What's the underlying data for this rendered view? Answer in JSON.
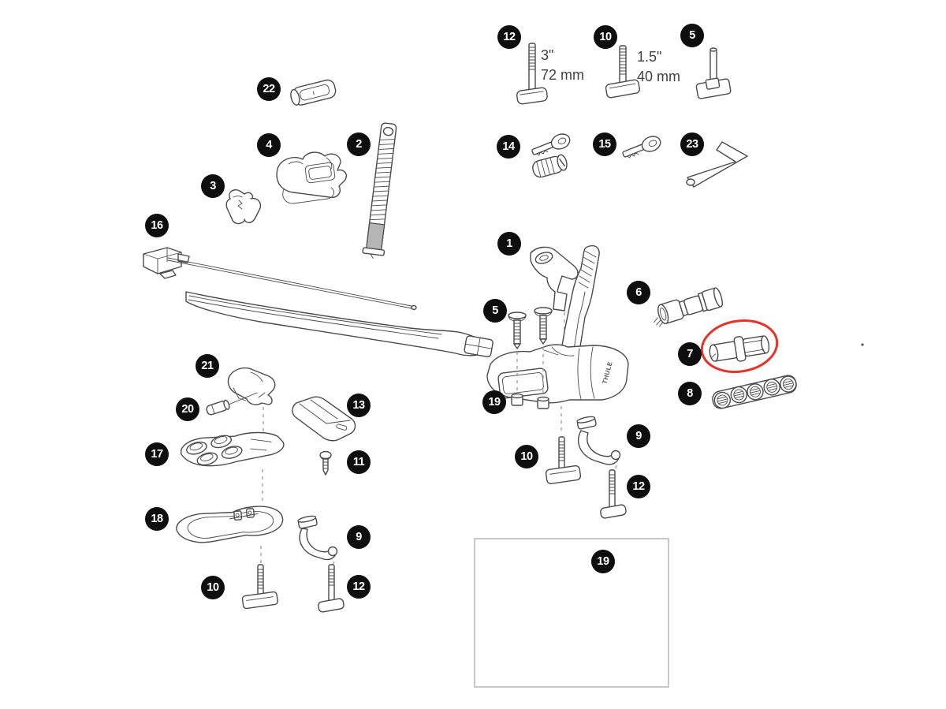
{
  "diagram": {
    "background": "#ffffff",
    "line_color": "#4a4a4a",
    "callout_bg": "#0e0e0e",
    "callout_text": "#ffffff",
    "highlight_color": "#e3342b",
    "dashed_line_color": "#9b9b9b",
    "inset_border_color": "#c7c7c7",
    "shade_fill": "#b5b5b5"
  },
  "brand_embossed": "THULE",
  "size_labels": [
    {
      "inches": "3\"",
      "metric": "72 mm"
    },
    {
      "inches": "1.5\"",
      "metric": "40 mm"
    }
  ],
  "callouts": [
    "12",
    "10",
    "5",
    "14",
    "15",
    "23",
    "22",
    "4",
    "3",
    "2",
    "16",
    "1",
    "5",
    "6",
    "7",
    "8",
    "19",
    "10",
    "9",
    "12",
    "21",
    "20",
    "13",
    "17",
    "11",
    "18",
    "10",
    "9",
    "12",
    "19"
  ]
}
